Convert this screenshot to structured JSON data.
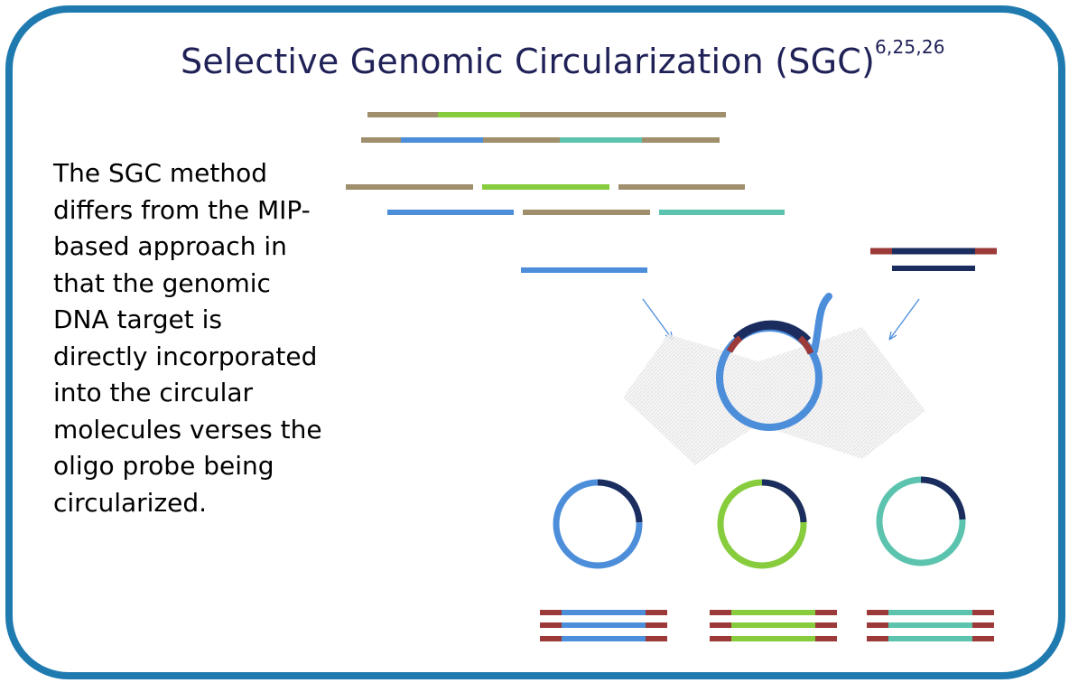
{
  "title": {
    "text": "Selective Genomic Circularization (SGC)",
    "superscript": "6,25,26"
  },
  "body_lines": [
    "The SGC method",
    "differs from the MIP-",
    "based approach in",
    "that the genomic",
    "DNA target is",
    "directly incorporated",
    "into the circular",
    "molecules verses the",
    "oligo probe being",
    "circularized."
  ],
  "colors": {
    "border": "#1f7ab0",
    "title": "#1f2157",
    "genomic_tan": "#a08f6d",
    "target_green": "#86cc3c",
    "target_blue": "#4d8edb",
    "target_teal": "#5cc4ae",
    "probe_navy": "#1b2c5e",
    "adapter_red": "#9b3a38",
    "shading_gray": "#eeeeee"
  },
  "icons": [
    "arrow-left-down-icon",
    "arrow-right-down-icon"
  ]
}
